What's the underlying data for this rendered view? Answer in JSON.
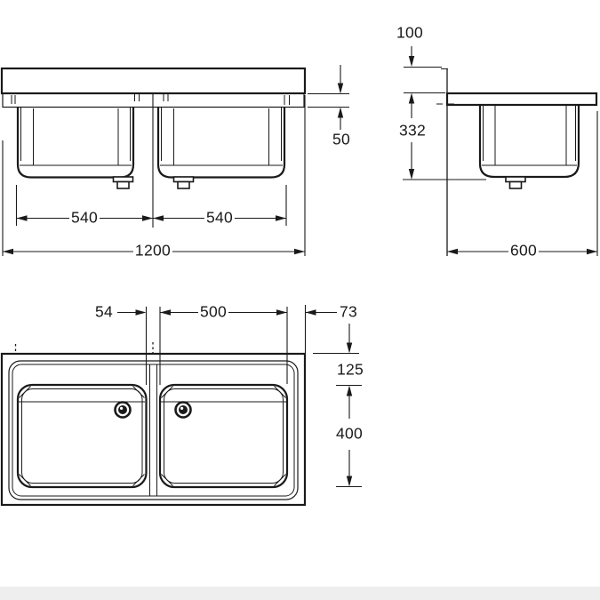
{
  "drawing": {
    "type": "technical-orthographic-views",
    "subject": "double-bowl sink",
    "colors": {
      "line": "#1a1a1a",
      "background": "#ffffff",
      "footer_band": "#eeeeee"
    },
    "views": {
      "front_elevation": {
        "dims": {
          "bowl_left_width": "540",
          "bowl_right_width": "540",
          "overall_width": "1200",
          "apron_height": "50"
        }
      },
      "side_section": {
        "dims": {
          "backsplash_height": "100",
          "depth_below_top": "332",
          "overall_depth": "600"
        }
      },
      "plan_view": {
        "dims": {
          "bowl_gap": "54",
          "bowl_inner_width": "500",
          "right_edge_offset": "73",
          "back_edge_offset": "125",
          "bowl_front_back": "400"
        }
      }
    }
  }
}
